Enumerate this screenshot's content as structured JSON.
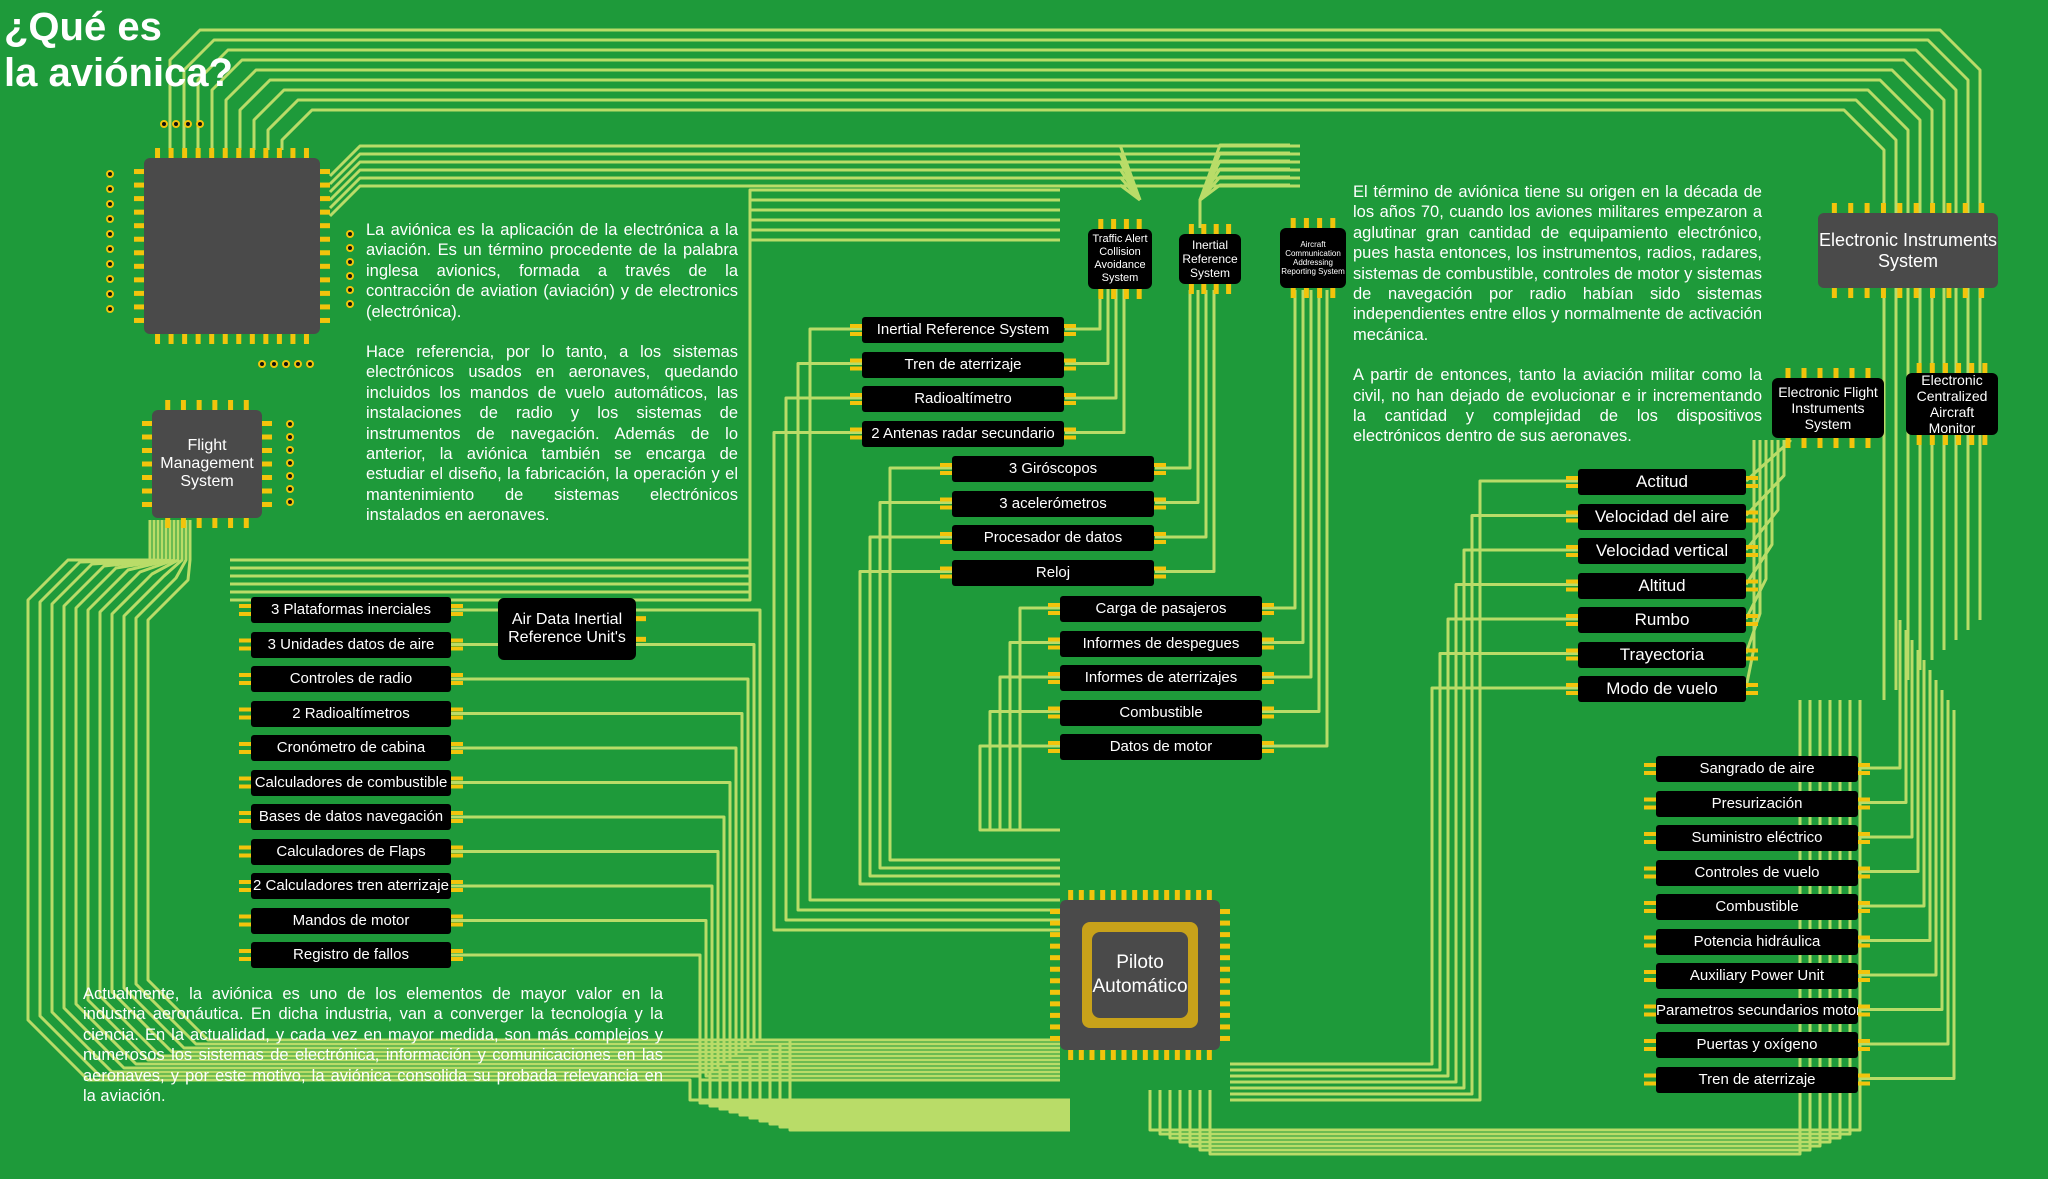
{
  "title": {
    "line1": "¿Qué es",
    "line2": "la aviónica?"
  },
  "intro_paragraphs": [
    "La aviónica es la aplicación de la electrónica a la aviación. Es un término procedente de la palabra inglesa avionics, formada a través de la contracción de aviation (aviación) y de electronics (electrónica).",
    "Hace referencia, por lo tanto, a los sistemas electrónicos usados en aeronaves, quedando incluidos los mandos de vuelo automáticos, las instalaciones de radio y los sistemas de instrumentos de navegación. Además de lo anterior, la aviónica también se encarga de estudiar el diseño, la fabricación, la operación y el mantenimiento de sistemas electrónicos instalados en aeronaves."
  ],
  "history_paragraphs": [
    "El término de aviónica tiene su origen en la década de los años 70, cuando los aviones militares empezaron a aglutinar gran cantidad de equipamiento electrónico, pues hasta entonces, los instrumentos, radios, radares, sistemas de combustible, controles de motor y sistemas de navegación por radio habían sido sistemas independientes entre ellos y normalmente de activación mecánica.",
    "A partir de entonces, tanto la aviación militar como la civil, no han dejado de evolucionar e ir incrementando la cantidad y complejidad de los dispositivos electrónicos dentro de sus aeronaves."
  ],
  "bottom_paragraph": "Actualmente, la aviónica es uno de los elementos de mayor valor en la industria aeronáutica. En dicha industria, van a converger la tecnología y la ciencia. En la actualidad, y cada vez en mayor medida, son más complejos y numerosos los sistemas de electrónica, información y comunicaciones en las aeronaves, y por este motivo, la aviónica consolida su probada relevancia en la aviación.",
  "chips": {
    "fms": "Flight Management System",
    "adiru": "Air Data Inertial Reference Unit's",
    "tcas": "Traffic Alert Collision Avoidance System",
    "irs": "Inertial Reference System",
    "acars": "Aircraft Communication Addressing Reporting System",
    "eis": "Electronic Instruments System",
    "efis": "Electronic Flight Instruments System",
    "ecam": "Electronic Centralized Aircraft Monitor",
    "autopilot": "Piloto Automático"
  },
  "labels_left": [
    "3 Plataformas inerciales",
    "3 Unidades datos de aire",
    "Controles de radio",
    "2 Radioaltímetros",
    "Cronómetro de cabina",
    "Calculadores de combustible",
    "Bases de datos navegación",
    "Calculadores de Flaps",
    "2 Calculadores tren aterrizaje",
    "Mandos de motor",
    "Registro de fallos"
  ],
  "labels_tcas": [
    "Inertial Reference System",
    "Tren de aterrizaje",
    "Radioaltímetro",
    "2 Antenas radar secundario"
  ],
  "labels_irs": [
    "3 Giróscopos",
    "3 acelerómetros",
    "Procesador de datos",
    "Reloj"
  ],
  "labels_acars": [
    "Carga de pasajeros",
    "Informes de despegues",
    "Informes de aterrizajes",
    "Combustible",
    "Datos de motor"
  ],
  "labels_efis": [
    "Actitud",
    "Velocidad del aire",
    "Velocidad vertical",
    "Altitud",
    "Rumbo",
    "Trayectoria",
    "Modo de vuelo"
  ],
  "labels_ecam": [
    "Sangrado de aire",
    "Presurización",
    "Suministro eléctrico",
    "Controles de vuelo",
    "Combustible",
    "Potencia hidráulica",
    "Auxiliary Power Unit",
    "Parametros secundarios motor",
    "Puertas y oxígeno",
    "Tren de aterrizaje"
  ],
  "colors": {
    "board": "#1e9a3a",
    "trace": "#b9dc68",
    "pin": "#f2c40c",
    "chip": "#4a4a4a",
    "label": "#000000",
    "text": "#ffffff"
  }
}
